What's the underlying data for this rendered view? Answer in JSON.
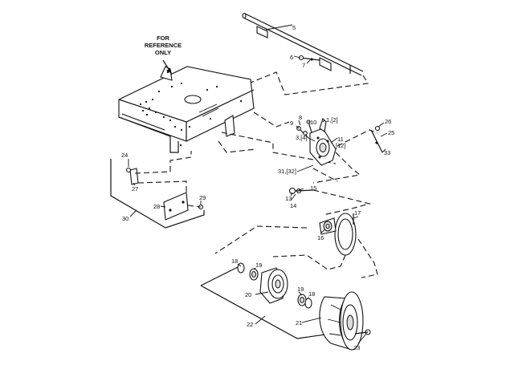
{
  "diagram": {
    "reference_note": [
      "FOR",
      "REFERENCE",
      "ONLY"
    ],
    "callouts": {
      "c5": "5",
      "c6": "6",
      "c7": "7",
      "c8": "8",
      "c9": "9",
      "c10": "10",
      "c1_12": "1,[2]",
      "c3_14": "3,[4]",
      "c11": "11",
      "c12b": "[12]",
      "c26": "26",
      "c25": "25",
      "c33": "33",
      "c24": "24",
      "c27": "27",
      "c31_32": "31,[32]",
      "c13": "13",
      "c15": "15",
      "c14": "14",
      "c29": "29",
      "c28": "28",
      "c30": "30",
      "c17": "17",
      "c16": "16",
      "c18a": "18",
      "c19a": "19",
      "c20": "20",
      "c19b": "19",
      "c18b": "18",
      "c21": "21",
      "c22": "22",
      "c23": "23"
    },
    "colors": {
      "ink": "#111111",
      "paper": "#ffffff"
    }
  }
}
